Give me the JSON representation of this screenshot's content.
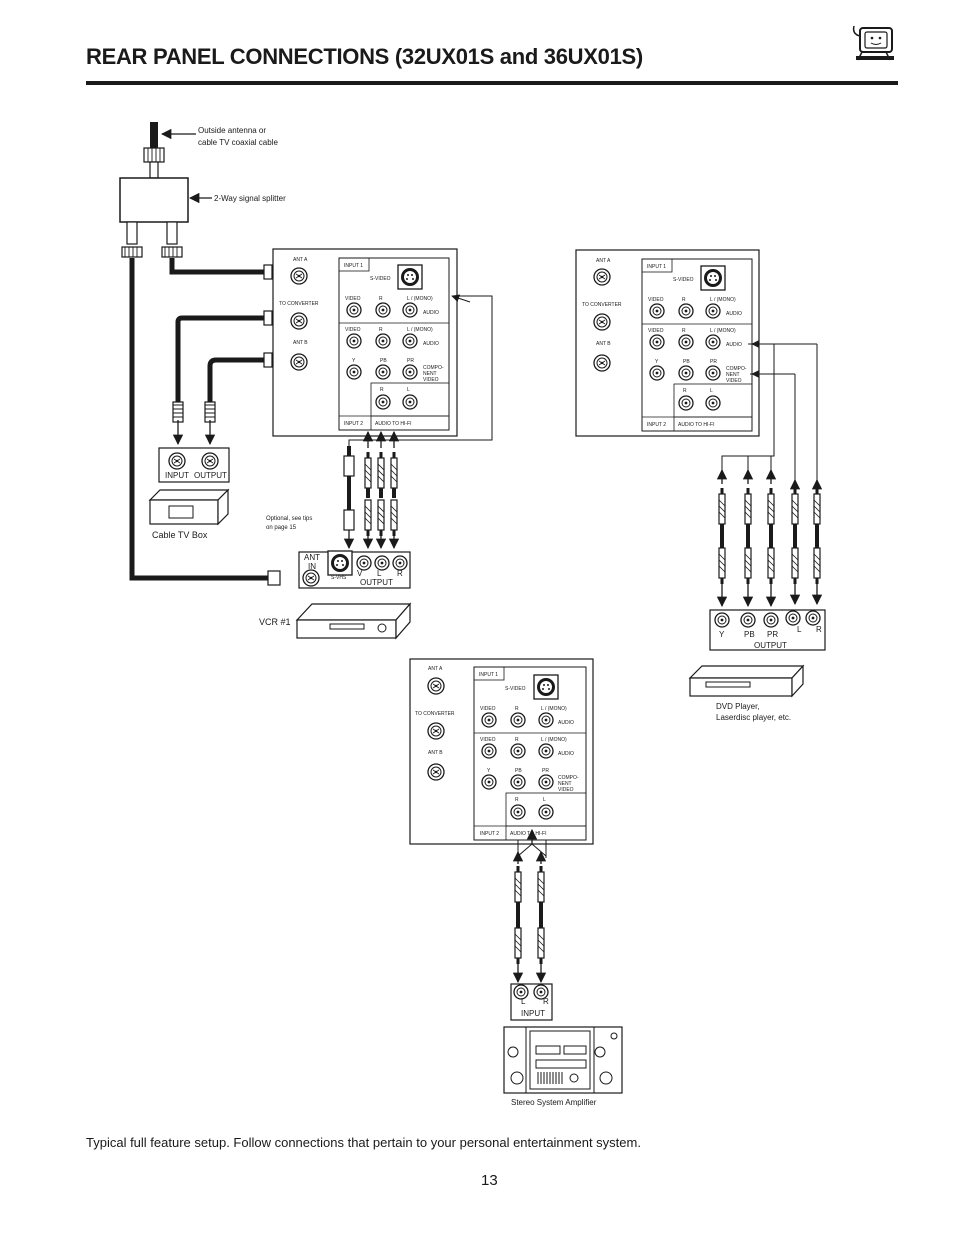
{
  "header": {
    "title": "REAR PANEL CONNECTIONS (32UX01S and 36UX01S)"
  },
  "panel": {
    "ant_a": "ANT A",
    "to_converter": "TO CONVERTER",
    "ant_b": "ANT B",
    "input1": "INPUT 1",
    "svideo": "S-VIDEO",
    "video": "VIDEO",
    "r": "R",
    "l_mono": "L / (MONO)",
    "audio": "AUDIO",
    "y": "Y",
    "pb": "PB",
    "pr": "PR",
    "compo1": "COMPO-",
    "compo2": "NENT",
    "compo3": "VIDEO",
    "l": "L",
    "input2": "INPUT 2",
    "audio_hifi": "AUDIO TO HI-FI"
  },
  "labels": {
    "antenna_line1": "Outside antenna or",
    "antenna_line2": "cable TV coaxial cable",
    "splitter": "2-Way signal splitter",
    "cablebox_input": "INPUT",
    "cablebox_output": "OUTPUT",
    "cablebox_name": "Cable TV Box",
    "optional_line1": "Optional, see tips",
    "optional_line2": "on page 15",
    "vcr_ant": "ANT",
    "vcr_in": "IN",
    "vcr_svhs": "S-VHS",
    "vcr_v": "V",
    "vcr_l": "L",
    "vcr_r": "R",
    "vcr_output": "OUTPUT",
    "vcr_name": "VCR #1",
    "dvd_y": "Y",
    "dvd_pb": "PB",
    "dvd_pr": "PR",
    "dvd_l": "L",
    "dvd_r": "R",
    "dvd_output": "OUTPUT",
    "dvd_line1": "DVD Player,",
    "dvd_line2": "Laserdisc player, etc.",
    "stereo_l": "L",
    "stereo_r": "R",
    "stereo_input": "INPUT",
    "stereo_name": "Stereo System Amplifier"
  },
  "footer": {
    "caption": "Typical full feature setup.  Follow connections that pertain to your personal entertainment system.",
    "page_number": "13"
  }
}
